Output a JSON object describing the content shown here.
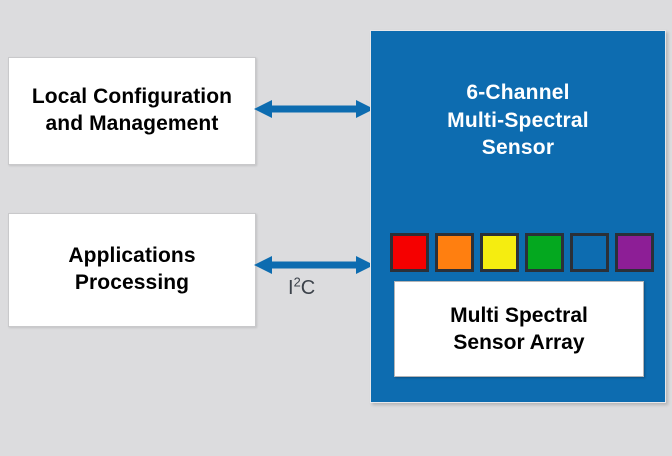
{
  "background_color": "#dcdcde",
  "accent_color": "#0d6cb0",
  "host_blocks": [
    {
      "name": "local-configuration-and-management",
      "line1": "Local Configuration",
      "line2": "and Management"
    },
    {
      "name": "applications-processing",
      "line1": "Applications",
      "line2": "Processing"
    }
  ],
  "connectors": [
    {
      "name": "config-connector",
      "type": "double-arrow",
      "label": "",
      "color": "#0d6cb0"
    },
    {
      "name": "i2c-connector",
      "type": "double-arrow",
      "label_prefix": "I",
      "label_superscript": "2",
      "label_suffix": "C",
      "label_color": "#3c424a",
      "color": "#0d6cb0"
    }
  ],
  "sensor_panel": {
    "title_line1": "6-Channel",
    "title_line2": "Multi-Spectral",
    "title_line3": "Sensor",
    "panel_color": "#0d6cb0",
    "title_color": "#ffffff",
    "channel_count": 6,
    "swatches": [
      {
        "name": "channel-red",
        "color": "#f50000",
        "label": "red"
      },
      {
        "name": "channel-orange",
        "color": "#ff7f10",
        "label": "orange"
      },
      {
        "name": "channel-yellow",
        "color": "#f5ed10",
        "label": "yellow"
      },
      {
        "name": "channel-green",
        "color": "#04a81f",
        "label": "green"
      },
      {
        "name": "channel-blue",
        "color": "#0d6cb0",
        "label": "blue"
      },
      {
        "name": "channel-purple",
        "color": "#8d1e96",
        "label": "purple"
      }
    ],
    "array_box": {
      "line1": "Multi Spectral",
      "line2": "Sensor Array"
    }
  }
}
